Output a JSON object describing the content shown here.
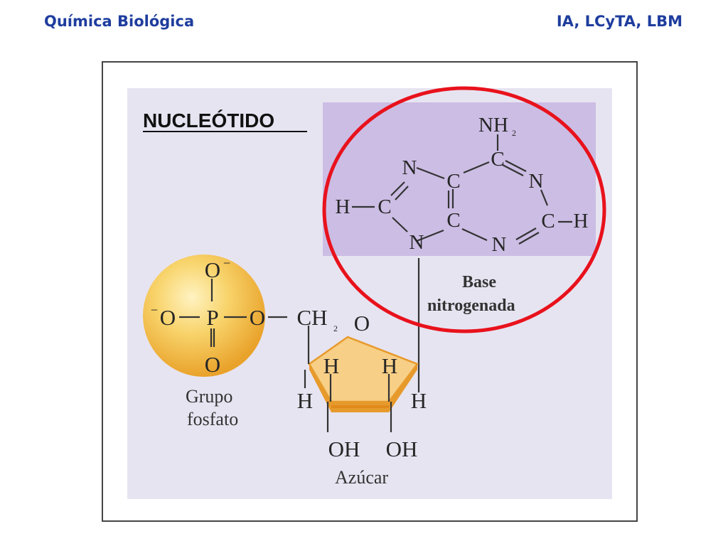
{
  "header": {
    "left": "Química Biológica",
    "right": "IA, LCyTA, LBM"
  },
  "figure": {
    "title": "NUCLEÓTIDO",
    "base": {
      "label_line1": "Base",
      "label_line2": "nitrogenada",
      "atoms": {
        "nh2": "NH",
        "nh2_sub": "2",
        "c_top": "C",
        "n_left": "N",
        "c_mid_top": "C",
        "n_right": "N",
        "h_left": "H",
        "c_left": "C",
        "c_mid_bottom": "C",
        "c_right": "C",
        "h_right": "H",
        "n_bottom_left": "N",
        "n_bottom_right": "N"
      }
    },
    "phosphate": {
      "label_line1": "Grupo",
      "label_line2": "fosfato",
      "atoms": {
        "o_top": "O",
        "o_top_charge": "−",
        "o_left": "O",
        "o_left_charge": "−",
        "p": "P",
        "o_right": "O",
        "o_bottom": "O"
      }
    },
    "sugar": {
      "label": "Azúcar",
      "atoms": {
        "ch2": "CH",
        "ch2_sub": "2",
        "o_ring": "O",
        "h_inner_left": "H",
        "h_inner_right": "H",
        "h_outer_left": "H",
        "h_outer_right": "H",
        "oh_left": "OH",
        "oh_right": "OH"
      }
    },
    "colors": {
      "panel_bg": "#e7e4f1",
      "base_bg": "#ccbde4",
      "highlight_circle": "#e8121c",
      "phosphate_sphere": "#f4c648",
      "sugar_fill": "#f7cf86",
      "sugar_edge": "#e79a2c",
      "header_text": "#1f3d9e"
    }
  }
}
